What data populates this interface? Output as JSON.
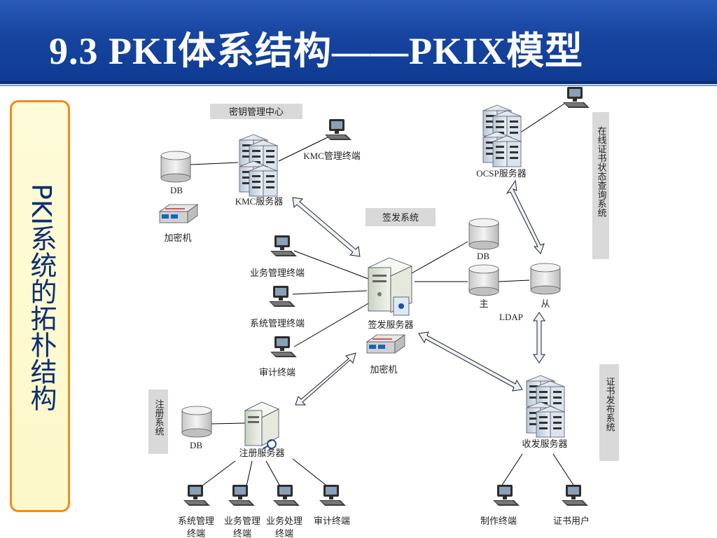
{
  "title": "9.3  PKI体系结构——PKIX模型",
  "side_label": "PKI系统的拓朴结构",
  "groups": {
    "kmc_center": "密钥管理中心",
    "signing_system": "签发系统",
    "online_status": "在线证书状态查询系统",
    "registration": "注册系统",
    "cert_publish": "证书发布系统"
  },
  "nodes": {
    "kmc_db": "DB",
    "kmc_server": "KMC服务器",
    "kmc_terminal": "KMC管理终端",
    "kmc_encryptor": "加密机",
    "biz_terminal": "业务管理终端",
    "sys_terminal": "系统管理终端",
    "audit_terminal": "审计终端",
    "sign_server": "签发服务器",
    "sign_encryptor": "加密机",
    "sign_db": "DB",
    "ldap_master": "主",
    "ldap_slave": "从",
    "ldap": "LDAP",
    "ocsp_server": "OCSP服务器",
    "reg_db": "DB",
    "reg_server": "注册服务器",
    "rx_server": "收发服务器",
    "reg_t1": "系统管理",
    "reg_t1b": "终端",
    "reg_t2": "业务管理",
    "reg_t2b": "终端",
    "reg_t3": "业务处理",
    "reg_t3b": "终端",
    "reg_t4": "审计终端",
    "make_terminal": "制作终端",
    "cert_user": "证书用户"
  },
  "colors": {
    "header_blue": "#16449f",
    "side_border": "#f08a1c",
    "side_fill": "#fdf8c8",
    "side_text": "#0b2f73",
    "group_label_bg": "#d9d9d9"
  }
}
